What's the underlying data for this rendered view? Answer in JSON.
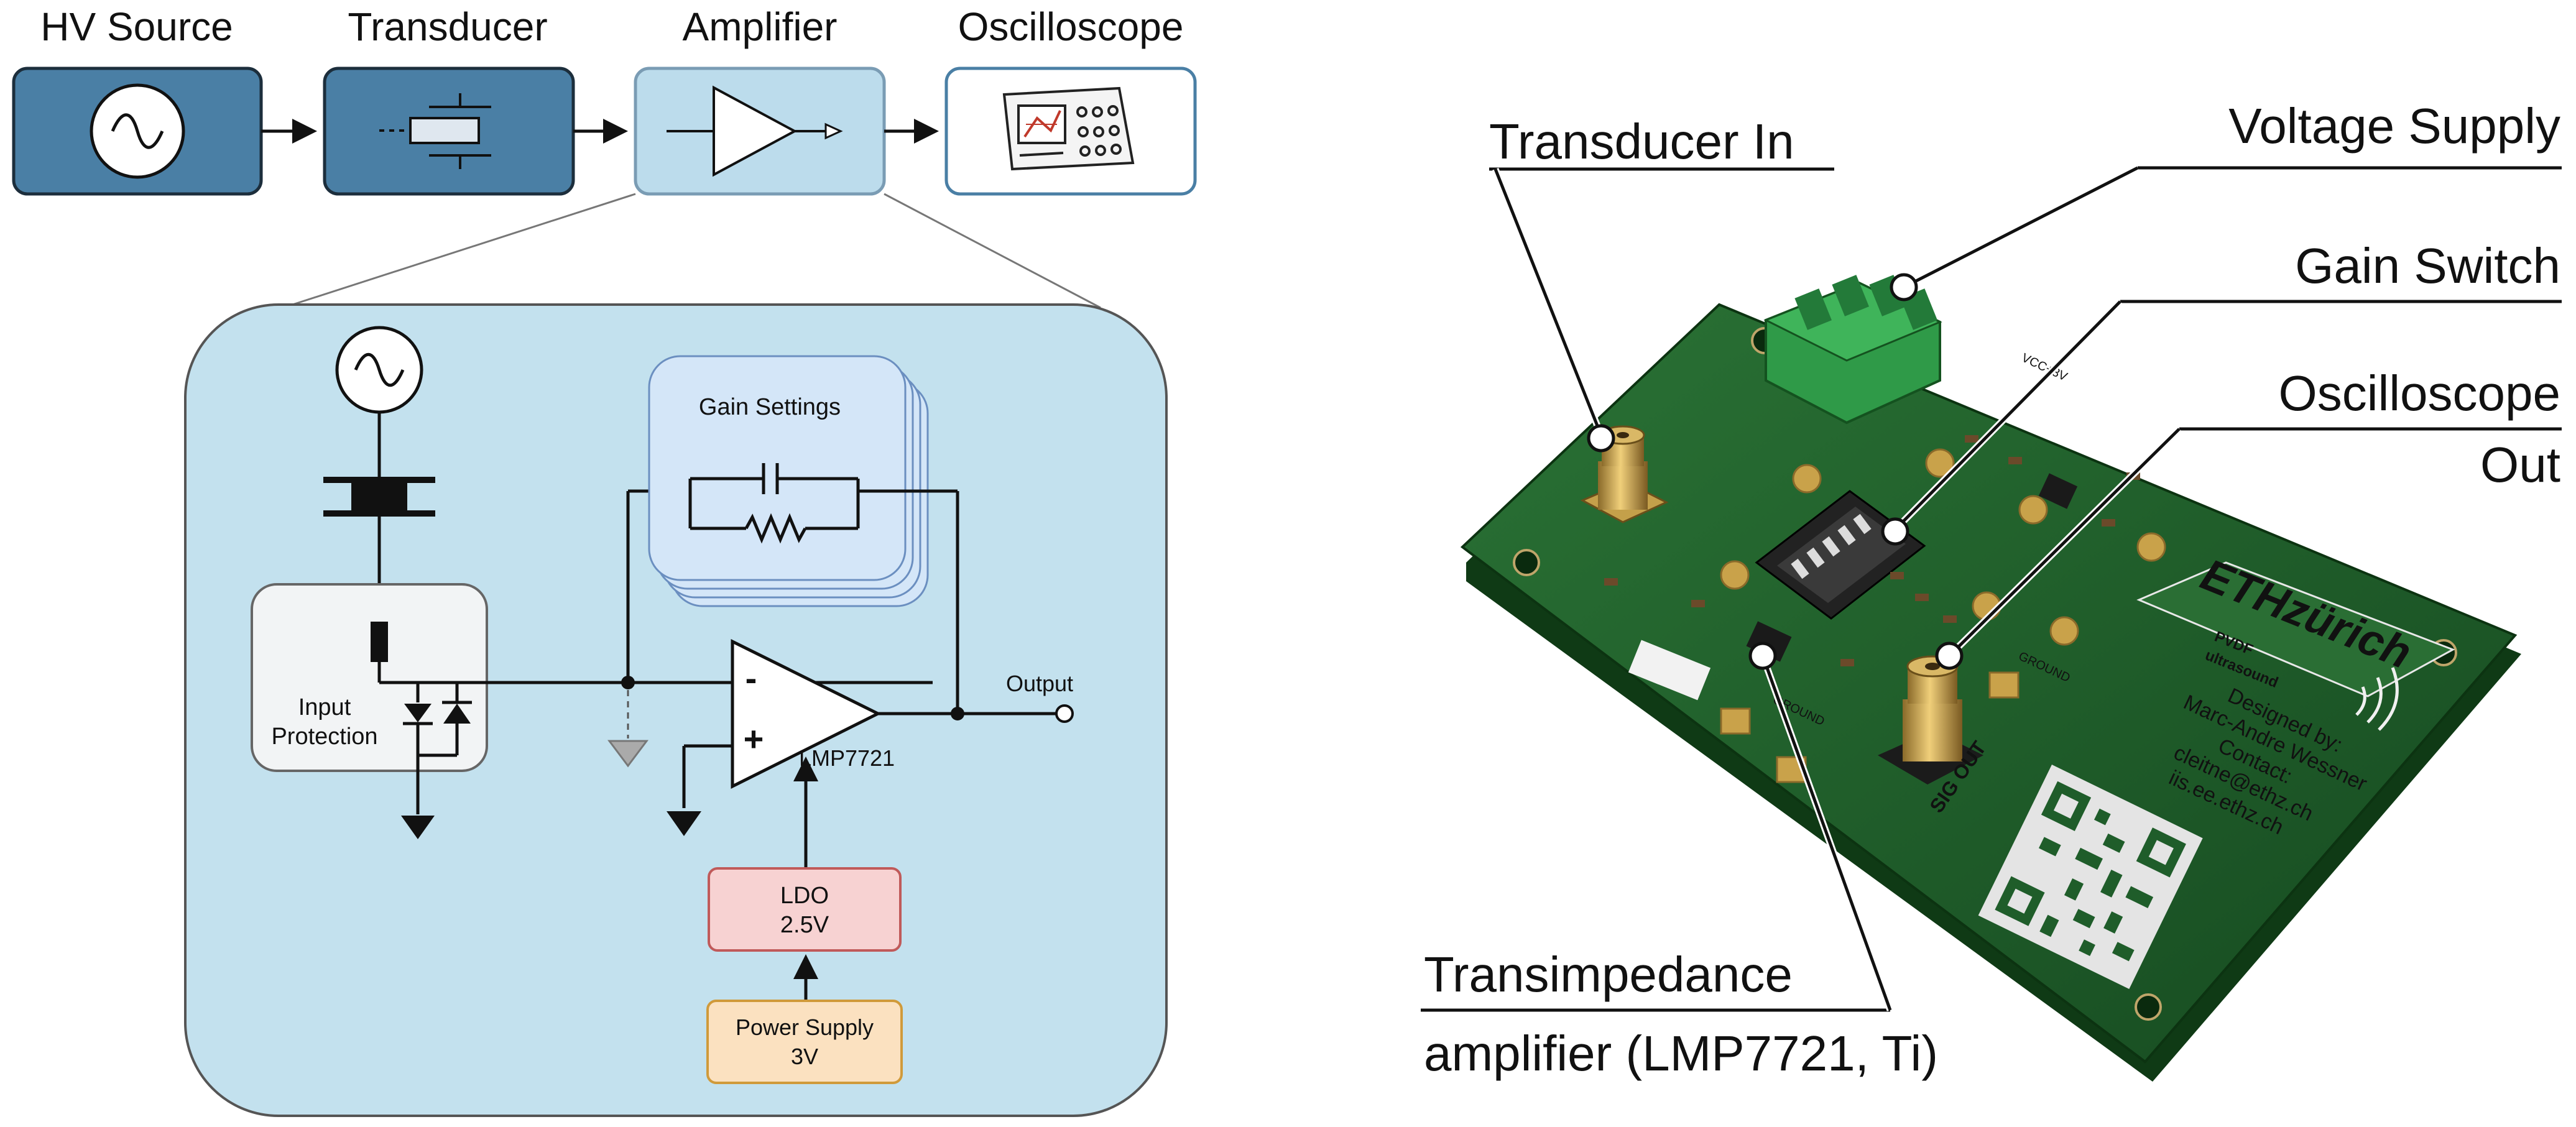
{
  "chain": {
    "hv_source": "HV Source",
    "transducer": "Transducer",
    "amplifier": "Amplifier",
    "oscilloscope": "Oscilloscope"
  },
  "schematic": {
    "gain_settings": "Gain Settings",
    "input_protection_line1": "Input",
    "input_protection_line2": "Protection",
    "minus": "-",
    "plus": "+",
    "opamp": "LMP7721",
    "output": "Output",
    "ldo_line1": "LDO",
    "ldo_line2": "2.5V",
    "power_line1": "Power Supply",
    "power_line2": "3V"
  },
  "photo_labels": {
    "transducer_in": "Transducer In",
    "voltage_supply": "Voltage Supply",
    "gain_switch": "Gain Switch",
    "oscilloscope_out_line1": "Oscilloscope",
    "oscilloscope_out_line2": "Out",
    "transimpedance_line1": "Transimpedance",
    "transimpedance_line2": "amplifier (LMP7721, Ti)"
  },
  "board_text": {
    "designed_line1": "Designed by:",
    "designed_line2": "Marc-Andre Wessner",
    "designed_line3": "Contact:",
    "designed_line4": "cleitne@ethz.ch",
    "designed_line5": "iis.ee.ethz.ch",
    "eth_logo": "ETHzürich",
    "pvdf_line1": "PVDF",
    "pvdf_line2": "ultrasound",
    "sig_out": "SIG OUT",
    "ground": "GROUND",
    "vcc": "VCC+3V"
  },
  "colors": {
    "dark_block": "#4a7fa5",
    "light_block": "#bcdcec",
    "schematic_bg": "#c3e1ee",
    "gain_card": "#d4e6f8",
    "ldo_fill": "#f7d2d2",
    "power_fill": "#fbe1c0",
    "pcb_green": "#1f5d2a",
    "connector_green": "#2f9a48"
  }
}
